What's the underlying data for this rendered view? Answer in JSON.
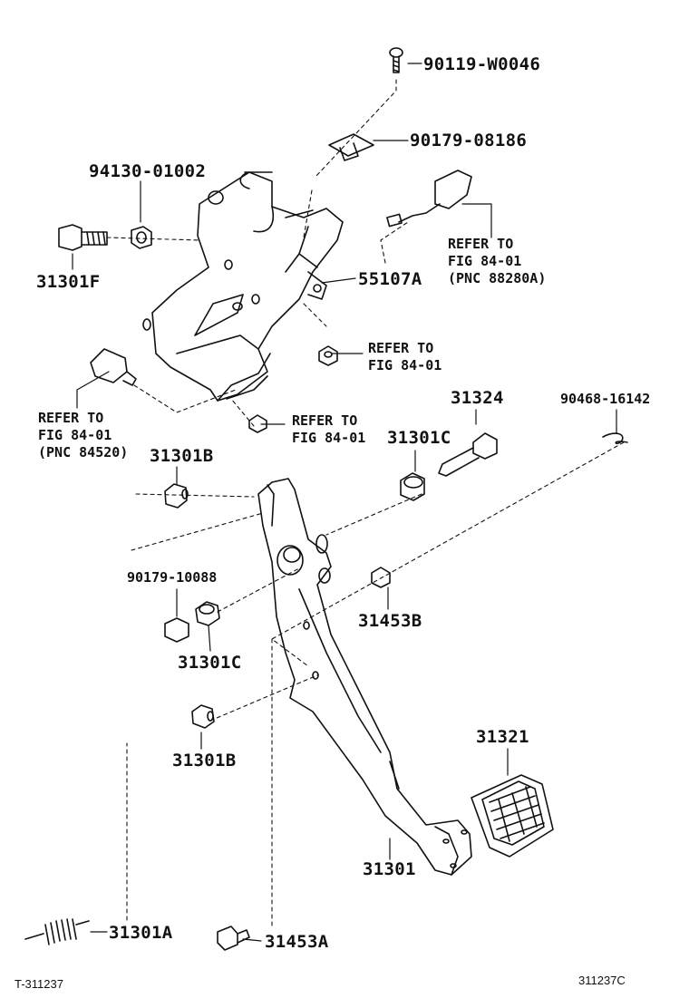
{
  "labels": {
    "p90119": "90119-W0046",
    "p90179a": "90179-08186",
    "p94130": "94130-01002",
    "p31301F": "31301F",
    "p55107A": "55107A",
    "p31324": "31324",
    "p90468": "90468-16142",
    "p31301C_top": "31301C",
    "p31301B_top": "31301B",
    "p90179b": "90179-10088",
    "p31453B": "31453B",
    "p31301C_bot": "31301C",
    "p31301B_bot": "31301B",
    "p31321": "31321",
    "p31301": "31301",
    "p31301A": "31301A",
    "p31453A": "31453A"
  },
  "notes": {
    "switch_ref": [
      "REFER TO",
      "FIG 84-01",
      "(PNC 88280A)"
    ],
    "nut_ref": [
      "REFER TO",
      "FIG 84-01"
    ],
    "nut2_ref": [
      "REFER TO",
      "FIG 84-01"
    ],
    "sensor_ref": [
      "REFER TO",
      "FIG 84-01",
      "(PNC 84520)"
    ]
  },
  "footer": {
    "left": "T-311237",
    "right": "311237C"
  }
}
